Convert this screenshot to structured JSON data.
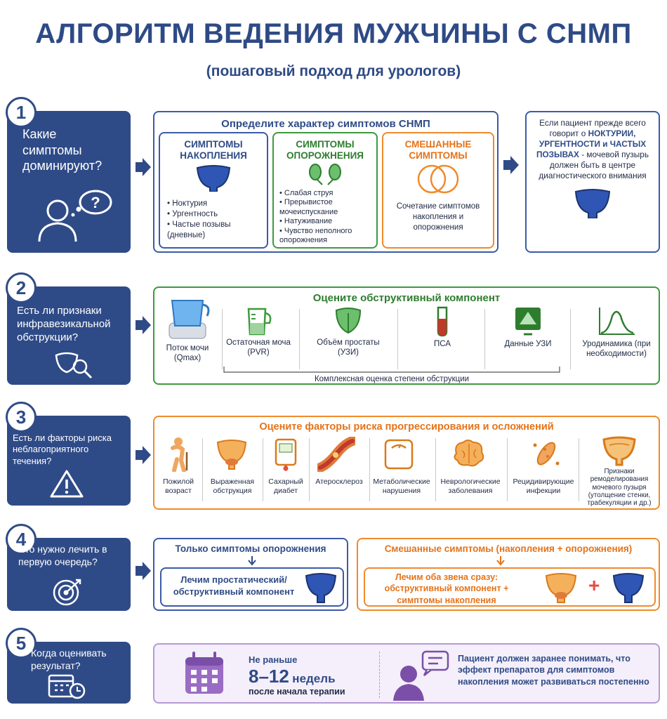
{
  "title": "АЛГОРИТМ ВЕДЕНИЯ МУЖЧИНЫ С СНМП",
  "subtitle": "(пошаговый подход для урологов)",
  "colors": {
    "navy": "#2f4b87",
    "green": "#3d9a3d",
    "orange": "#f08a2c",
    "purple": "#9b6cc4"
  },
  "step1": {
    "num": "1",
    "question": "Какие симптомы доминируют?",
    "panel_title": "Определите характер симптомов СНМП",
    "storage": {
      "title_a": "СИМПТОМЫ",
      "title_b": "НАКОПЛЕНИЯ",
      "items": [
        "Ноктурия",
        "Ургентность",
        "Частые позывы (дневные)"
      ]
    },
    "voiding": {
      "title_a": "СИМПТОМЫ",
      "title_b": "ОПОРОЖНЕНИЯ",
      "items": [
        "Слабая струя",
        "Прерывистое мочеиспускание",
        "Натуживание",
        "Чувство неполного опорожнения"
      ]
    },
    "mixed": {
      "title_a": "СМЕШАННЫЕ",
      "title_b": "СИМПТОМЫ",
      "text": "Сочетание симптомов накопления и опорожнения"
    },
    "side": {
      "pre": "Если пациент прежде всего говорит о",
      "highlight": "НОКТУРИИ, УРГЕНТНОСТИ и ЧАСТЫХ ПОЗЫВАХ",
      "post": "- мочевой пузырь должен быть в центре диагностического внимания"
    }
  },
  "step2": {
    "num": "2",
    "question": "Есть ли признаки инфравезикальной обструкции?",
    "panel_title": "Оцените обструктивный компонент",
    "items": [
      "Поток мочи (Qmax)",
      "Остаточная моча (PVR)",
      "Объём простаты (УЗИ)",
      "ПСА",
      "Данные УЗИ",
      "Уродинамика (при необходимости)"
    ],
    "bracket": "Комплексная оценка степени обструкции"
  },
  "step3": {
    "num": "3",
    "question": "Есть ли факторы риска неблагоприятного течения?",
    "panel_title": "Оцените факторы риска прогрессирования и осложнений",
    "items": [
      "Пожилой возраст",
      "Выраженная обструкция",
      "Сахарный диабет",
      "Атеросклероз",
      "Метаболические нарушения",
      "Неврологические заболевания",
      "Рецидивирующие инфекции",
      "Признаки ремоделирования мочевого пузыря (утолщение стенки, трабекуляции и др.)"
    ]
  },
  "step4": {
    "num": "4",
    "question": "Что нужно лечить в первую очередь?",
    "left_title": "Только симптомы опорожнения",
    "left_text": "Лечим простатический/ обструктивный компонент",
    "right_title": "Смешанные симптомы (накопления + опорожнения)",
    "right_text_a": "Лечим оба звена сразу:",
    "right_text_b": "обструктивный компонент + симптомы накопления",
    "plus": "+"
  },
  "step5": {
    "num": "5",
    "question": "Когда оценивать результат?",
    "not_earlier": "Не раньше",
    "weeks_num": "8–12",
    "weeks_word": "недель",
    "after": "после начала терапии",
    "patient_note": "Пациент должен заранее понимать, что эффект препаратов для симптомов накопления может развиваться постепенно"
  }
}
